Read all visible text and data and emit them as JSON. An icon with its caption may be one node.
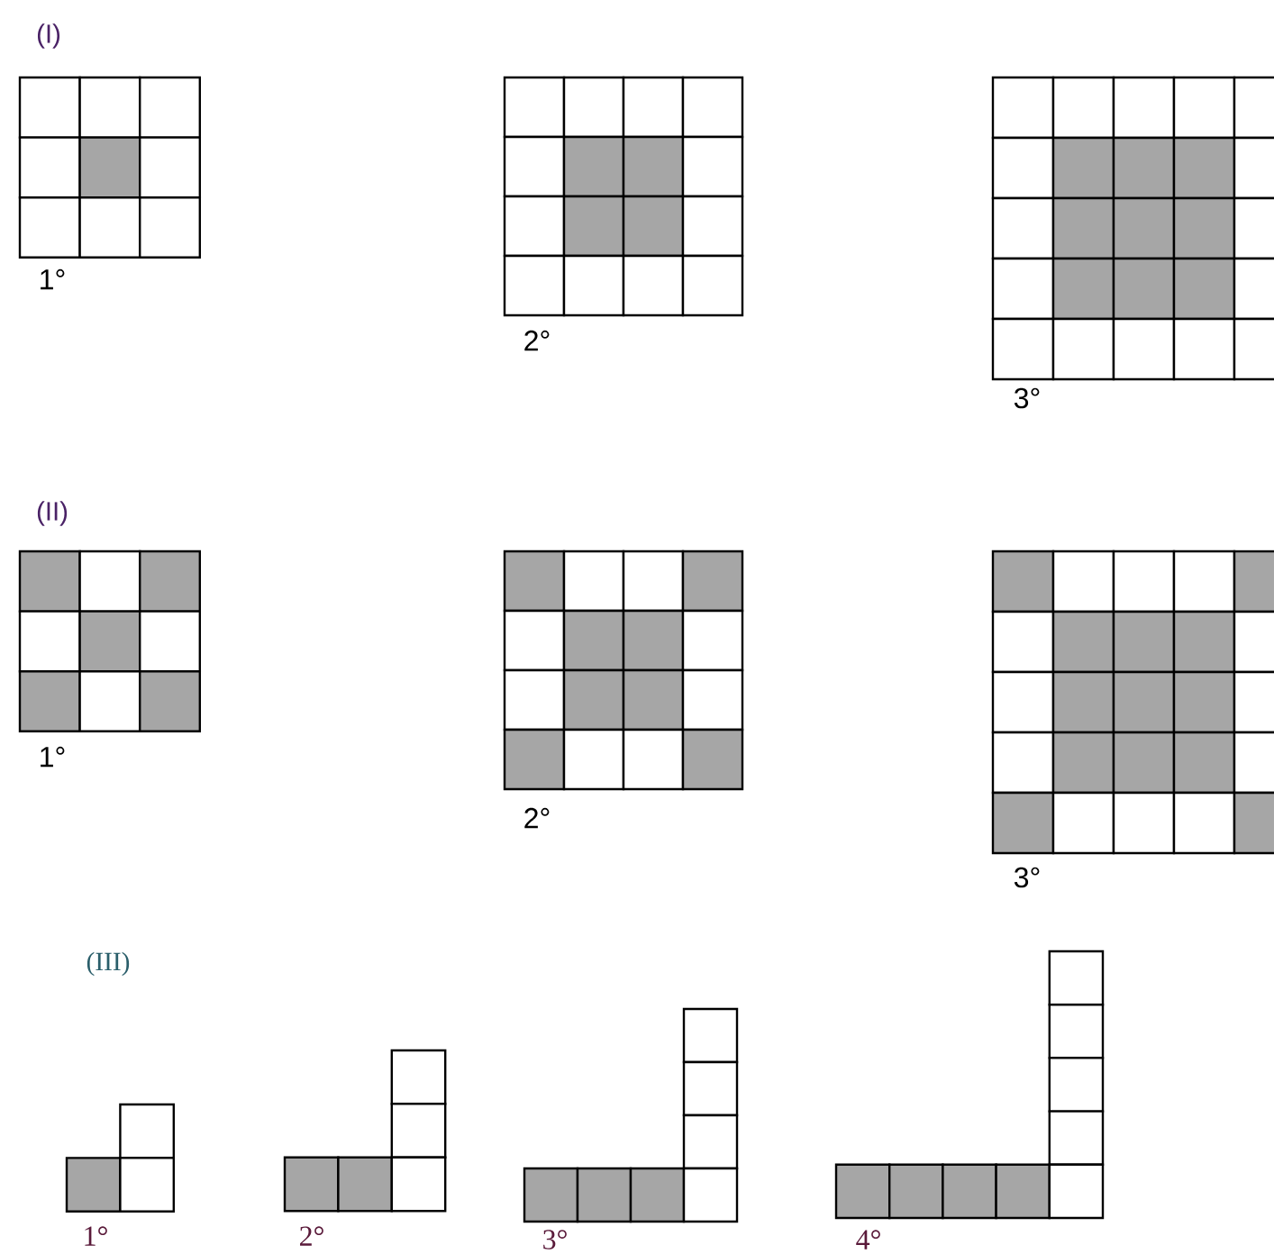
{
  "diagram": {
    "labels": [
      "(I)",
      "1°",
      "2°",
      "3°",
      "(II)",
      "1°",
      "2°",
      "3°",
      "(III)",
      "1°",
      "2°",
      "3°",
      "4°"
    ]
  }
}
